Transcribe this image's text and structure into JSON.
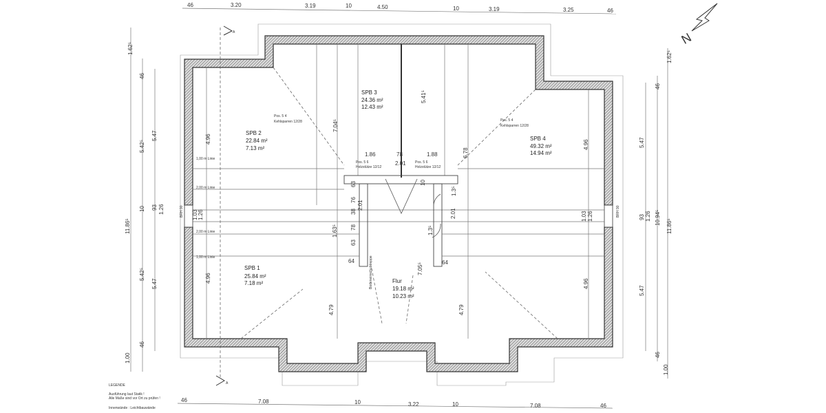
{
  "rooms": [
    {
      "name": "SPB 1",
      "area": "25.84 m²",
      "area2": "7.18 m²"
    },
    {
      "name": "SPB 2",
      "area": "22.84 m²",
      "area2": "7.13 m²"
    },
    {
      "name": "SPB 3",
      "area": "24.36 m²",
      "area2": "12.43 m²"
    },
    {
      "name": "SPB 4",
      "area": "49.32 m²",
      "area2": "14.94 m²"
    },
    {
      "name": "Flur",
      "area": "19.18 m²",
      "area2": "10.23 m²"
    }
  ],
  "annotations": {
    "kehlsparren_pos": "Pos. 5 4",
    "kehlsparren": "Kehlsparren 12/28",
    "stuetze_pos": "Pos. 5 6",
    "stuetze": "Holzstütze 12/12",
    "line1": "1,00 m Linie",
    "line2": "2,00 m Linie",
    "stair": "Bodeneinschubtreppe",
    "section": "A",
    "brh_left": "BRH 90",
    "brh_right": "BRH 90"
  },
  "dims_top": [
    "46",
    "3.20",
    "3.19",
    "10",
    "4.50",
    "10",
    "3.19",
    "3.25",
    "46"
  ],
  "dims_bottom": [
    "46",
    "7.08",
    "10",
    "3.22",
    "10",
    "7.08",
    "46"
  ],
  "dims_left": [
    "1.62⁵",
    "46",
    "5.42⁵",
    "5.47",
    "11.86⁵",
    "10",
    "93",
    "1.26",
    "5.42⁵",
    "5.47",
    "46",
    "1.00"
  ],
  "dims_right": [
    "1.62⁵",
    "46",
    "5.47",
    "11.86⁵",
    "93",
    "1.26",
    "10.94⁵",
    "5.47",
    "46",
    "1.00"
  ],
  "dims_inner": [
    "4.96",
    "4.96",
    "4.96",
    "4.96",
    "7.04⁵",
    "5.41⁵",
    "6.78",
    "1.86",
    "78",
    "2.01",
    "1.88",
    "63",
    "76",
    "38",
    "2.01",
    "78",
    "63",
    "1.63⁵",
    "64",
    "64",
    "10",
    "1.3⁵",
    "2.01",
    "1.3⁵",
    "7.05⁵",
    "4.79",
    "4.79",
    "1.03",
    "1.26",
    "1.03",
    "1.26"
  ],
  "legend": {
    "title": "LEGENDE",
    "line1": "Ausführung laut Statik !",
    "line2": "Alle Maße sind vor Ort zu prüfen !",
    "line3": "Innenwände : Leichtbauwände"
  },
  "north_label": "N"
}
